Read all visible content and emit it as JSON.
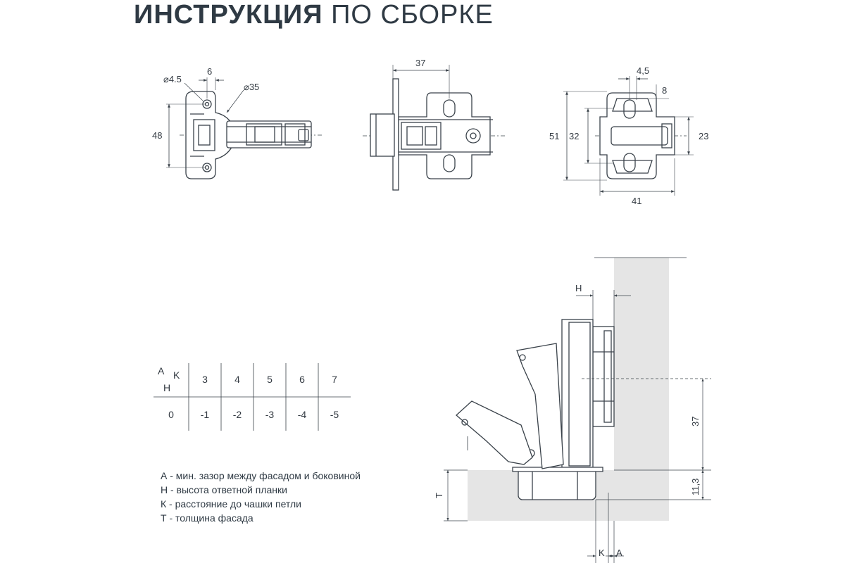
{
  "title": {
    "bold": "ИНСТРУКЦИЯ",
    "normal": "ПО СБОРКЕ"
  },
  "dims_view1": {
    "d_small": "⌀4.5",
    "d_large": "⌀35",
    "offset": "6",
    "height": "48"
  },
  "dims_view2": {
    "width": "37"
  },
  "dims_view3": {
    "hole": "4,5",
    "offset": "8",
    "h51": "51",
    "h32": "32",
    "h23": "23",
    "w41": "41"
  },
  "dims_section": {
    "H": "H",
    "v37": "37",
    "v113": "11,3",
    "T": "T",
    "K": "K",
    "A": "A"
  },
  "table": {
    "corner_A": "A",
    "corner_K": "K",
    "corner_H": "H",
    "header": [
      "3",
      "4",
      "5",
      "6",
      "7"
    ],
    "row_label": "0",
    "row": [
      "-1",
      "-2",
      "-3",
      "-4",
      "-5"
    ]
  },
  "legend": [
    "А - мин. зазор между фасадом и боковиной",
    "Н - высота ответной планки",
    "К - расстояние до чашки петли",
    "Т - толщина фасада"
  ],
  "colors": {
    "line": "#3a424a",
    "panel": "#e5e5e5",
    "text": "#2f3a44"
  }
}
